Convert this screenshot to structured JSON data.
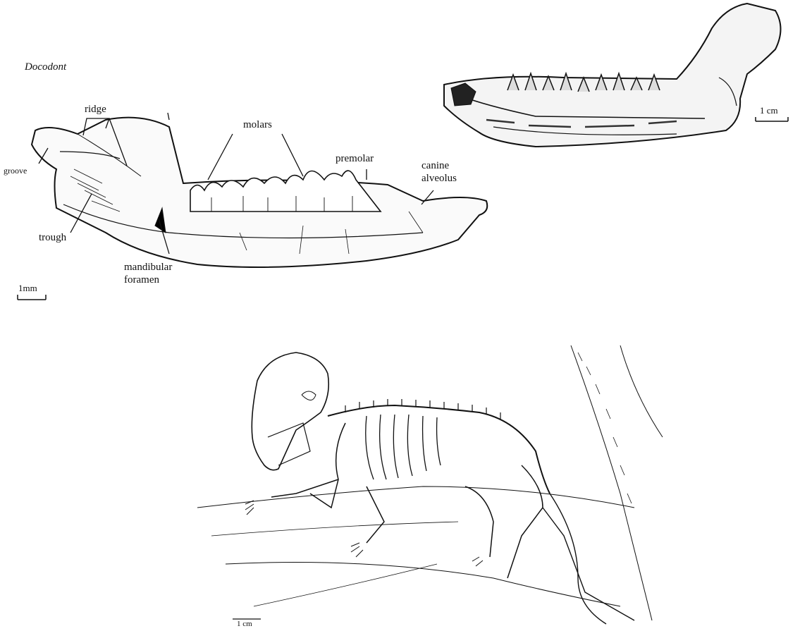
{
  "figure": {
    "title": "Docodont",
    "labels": {
      "ridge": "ridge",
      "groove": "groove",
      "trough": "trough",
      "molars": "molars",
      "premolar": "premolar",
      "canine_alveolus_line1": "canine",
      "canine_alveolus_line2": "alveolus",
      "mandibular_foramen_line1": "mandibular",
      "mandibular_foramen_line2": "foramen"
    },
    "scale_bars": {
      "jaw_drawing": "1mm",
      "fossil_photo": "1 cm",
      "skeleton": "1 cm"
    }
  }
}
